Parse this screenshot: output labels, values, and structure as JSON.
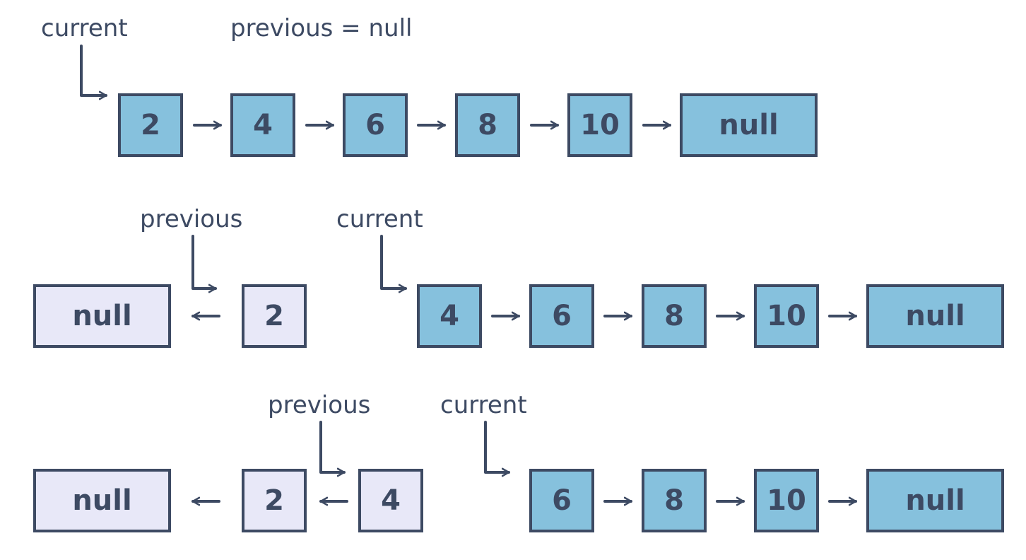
{
  "colors": {
    "ink": "#3d4a63",
    "node_fill": "#86c1dd",
    "reversed_fill": "#e8e8f8",
    "background": "#ffffff"
  },
  "step1": {
    "current_label": "current",
    "previous_label": "previous = null",
    "nodes": [
      "2",
      "4",
      "6",
      "8",
      "10",
      "null"
    ]
  },
  "step2": {
    "previous_label": "previous",
    "current_label": "current",
    "reversed": [
      "null",
      "2"
    ],
    "remaining": [
      "4",
      "6",
      "8",
      "10",
      "null"
    ]
  },
  "step3": {
    "previous_label": "previous",
    "current_label": "current",
    "reversed": [
      "null",
      "2",
      "4"
    ],
    "remaining": [
      "6",
      "8",
      "10",
      "null"
    ]
  }
}
